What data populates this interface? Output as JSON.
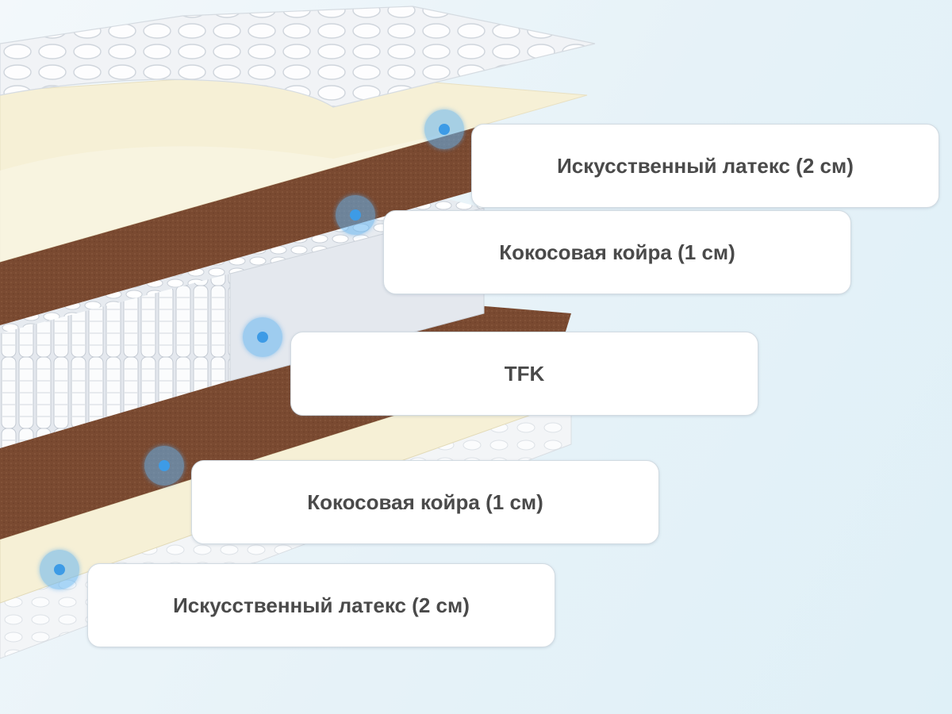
{
  "layers": [
    {
      "label": "Искусственный латекс (2 см)"
    },
    {
      "label": "Кокосовая койра (1 см)"
    },
    {
      "label": "TFK"
    },
    {
      "label": "Кокосовая койра (1 см)"
    },
    {
      "label": "Искусственный латекс (2 см)"
    }
  ],
  "colors": {
    "coir": "#7a4a31",
    "latex": "#f6f0d6",
    "cover": "#f4f6f8",
    "springs": "#eef1f5",
    "marker": "#3d9be6"
  }
}
